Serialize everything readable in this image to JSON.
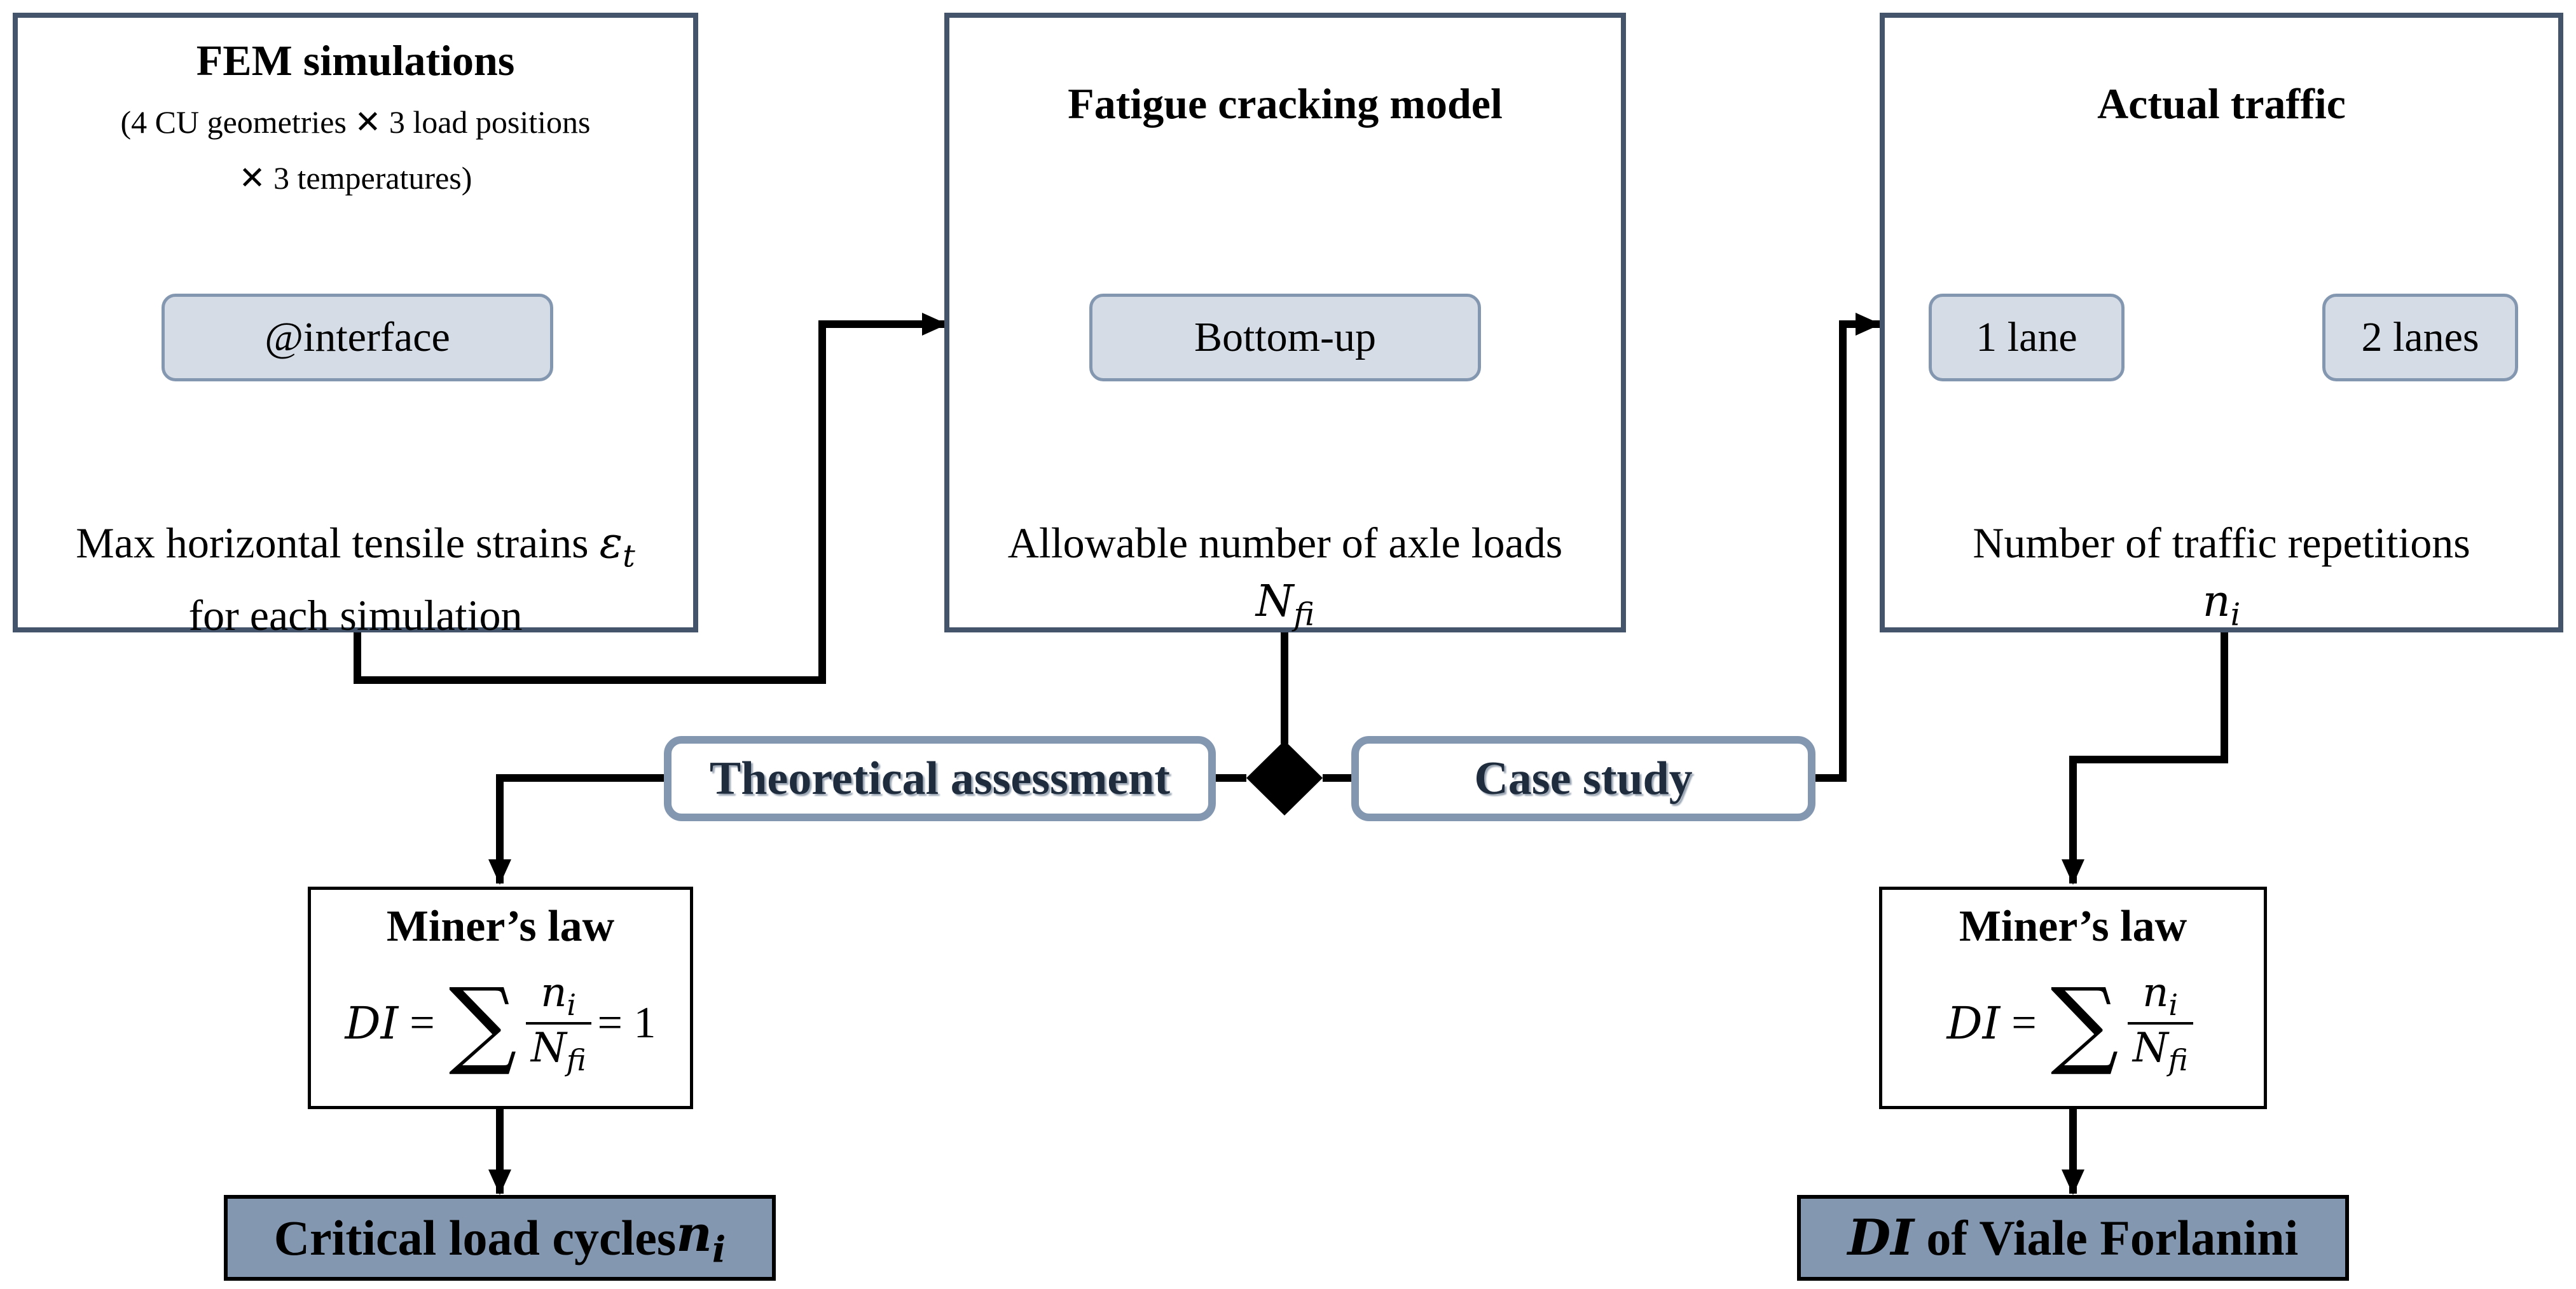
{
  "fem": {
    "title": "FEM simulations",
    "sub_line1": "(4 CU geometries ✕ 3 load positions",
    "sub_line2": "✕ 3 temperatures)",
    "node": "@interface",
    "result_line1": "Max horizontal tensile strains ",
    "result_symbol": "ε",
    "result_symbol_sub": "t",
    "result_line2": "for each simulation"
  },
  "fatigue": {
    "title": "Fatigue cracking model",
    "node": "Bottom-up",
    "result_line1": "Allowable number of axle loads",
    "result_symbol": "N",
    "result_symbol_sub": "fi"
  },
  "traffic": {
    "title": "Actual traffic",
    "node_left": "1 lane",
    "node_right": "2 lanes",
    "result_line1": "Number of traffic repetitions",
    "result_symbol": "n",
    "result_symbol_sub": "i"
  },
  "labels": {
    "theoretical": "Theoretical assessment",
    "case_study": "Case study"
  },
  "miner_left": {
    "title": "Miner’s law",
    "lhs": "DI",
    "eq": "=",
    "sum": "∑",
    "num": "n",
    "num_sub": "i",
    "den": "N",
    "den_sub": "fi",
    "rhs": "= 1"
  },
  "miner_right": {
    "title": "Miner’s law",
    "lhs": "DI",
    "eq": "=",
    "sum": "∑",
    "num": "n",
    "num_sub": "i",
    "den": "N",
    "den_sub": "fi"
  },
  "outputs": {
    "left_text": "Critical load cycles ",
    "left_symbol": "n",
    "left_symbol_sub": "i",
    "right_symbol": "DI",
    "right_text": " of Viale Forlanini"
  },
  "colors": {
    "panel_border": "#44546a",
    "node_fill": "#d6dce5",
    "node_border": "#8497b0",
    "output_fill": "#8497b0",
    "dashed_arrow": "#8497b0",
    "connector": "#000000"
  }
}
